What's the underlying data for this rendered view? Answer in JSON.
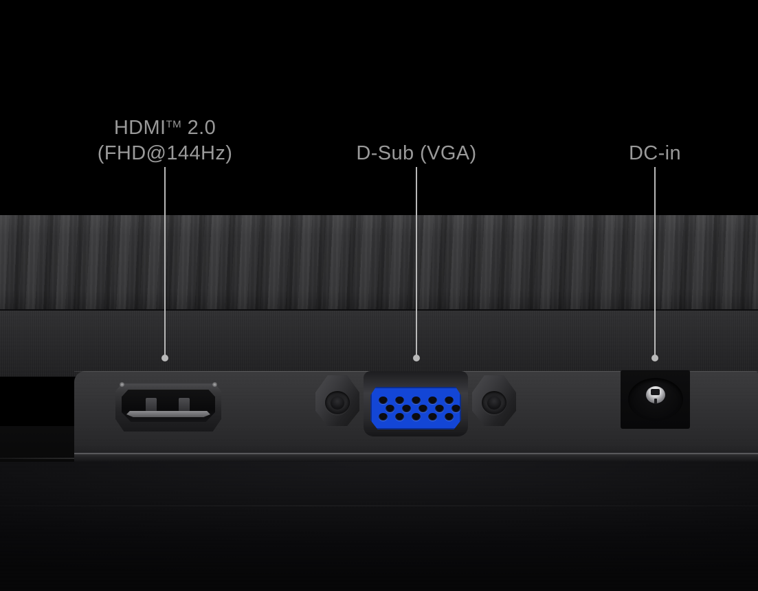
{
  "image": {
    "subject": "monitor-rear-io-panel",
    "background_color": "#000000"
  },
  "callouts": [
    {
      "id": "hdmi",
      "label_line1": "HDMI",
      "label_superscript": "TM",
      "label_line1_suffix": " 2.0",
      "label_line2": "(FHD@144Hz)",
      "port_name": "hdmi-port",
      "label_color": "#9a9a9a",
      "leader_color": "#b9b9b9"
    },
    {
      "id": "dsub",
      "label_line1": "D-Sub (VGA)",
      "label_line2": "",
      "port_name": "vga-port",
      "label_color": "#9a9a9a",
      "leader_color": "#b9b9b9"
    },
    {
      "id": "dcin",
      "label_line1": "DC-in",
      "label_line2": "",
      "port_name": "dc-in-port",
      "label_color": "#9a9a9a",
      "leader_color": "#b9b9b9"
    }
  ],
  "ports": {
    "vga": {
      "face_color": "#1346d6",
      "pin_rows": [
        5,
        5,
        5
      ],
      "pin_count": 15,
      "screw_posts": 2
    },
    "hdmi": {
      "inner_tabs": 2
    },
    "dc_in": {
      "center_pin_color": "#d8d8da"
    }
  }
}
